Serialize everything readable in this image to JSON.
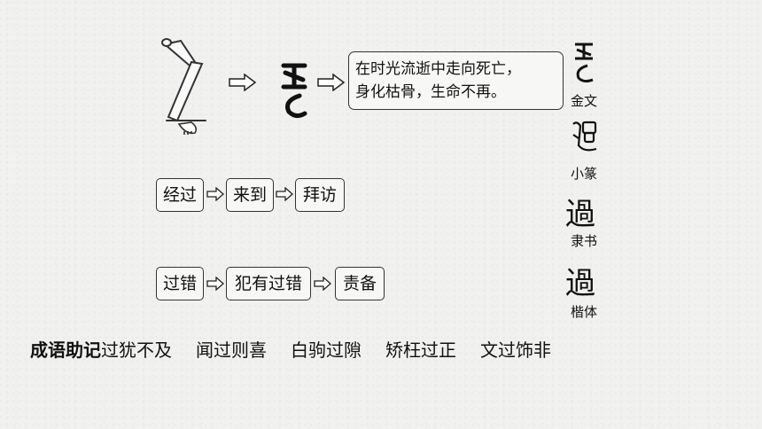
{
  "meaning": {
    "line1": "在时光流逝中走向死亡，",
    "line2": "身化枯骨，生命不再。"
  },
  "scripts": [
    {
      "label": "金文"
    },
    {
      "label": "小篆"
    },
    {
      "label": "隶书",
      "glyph": "過"
    },
    {
      "label": "楷体",
      "glyph": "過"
    }
  ],
  "chain1": [
    "经过",
    "来到",
    "拜访"
  ],
  "chain2": [
    "过错",
    "犯有过错",
    "责备"
  ],
  "idioms": {
    "label": "成语助记",
    "items": [
      "过犹不及",
      "闻过则喜",
      "白驹过隙",
      "矫枉过正",
      "文过饰非"
    ]
  }
}
